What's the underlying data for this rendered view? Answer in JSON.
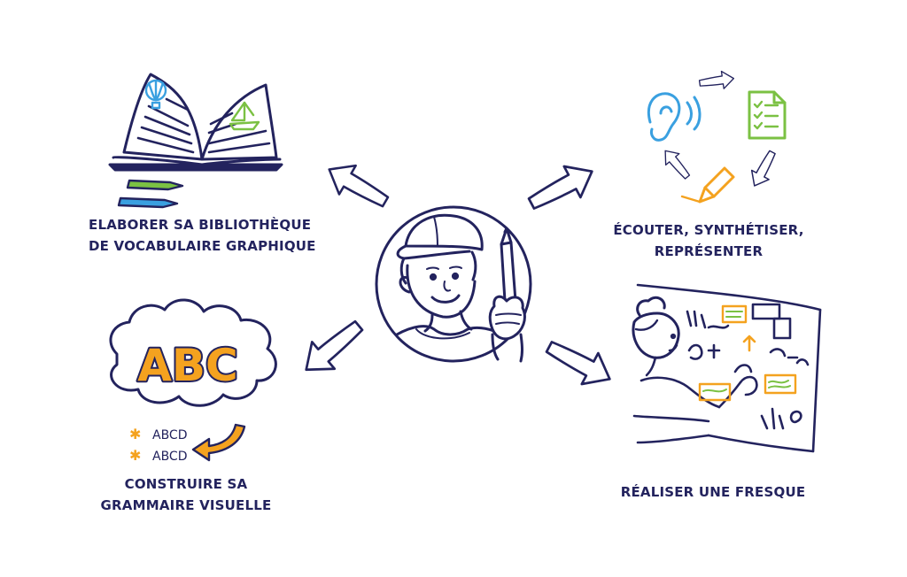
{
  "center": {
    "icon": "illustrator-with-pencil-icon"
  },
  "nodes": {
    "library": {
      "icon": "open-book-with-pencils-icon",
      "lines": [
        "ELABORER SA BIBLIOTHÈQUE",
        "DE VOCABULAIRE GRAPHIQUE"
      ]
    },
    "listen": {
      "icon": "listen-synthesize-cycle-icon",
      "lines": [
        "ÉCOUTER, SYNTHÉTISER,",
        "REPRÉSENTER"
      ]
    },
    "grammar": {
      "icon": "abc-cloud-icon",
      "abc": "ABC",
      "samples": [
        "ABCD",
        "ABCD"
      ],
      "lines": [
        "CONSTRUIRE SA",
        "GRAMMAIRE VISUELLE"
      ]
    },
    "fresco": {
      "icon": "fresco-drawing-woman-icon",
      "lines": [
        "RÉALISER UNE FRESQUE"
      ]
    }
  },
  "colors": {
    "ink": "#23235e",
    "accent_orange": "#f4a21f",
    "accent_blue": "#3aa0e0",
    "accent_green": "#7bc143"
  }
}
